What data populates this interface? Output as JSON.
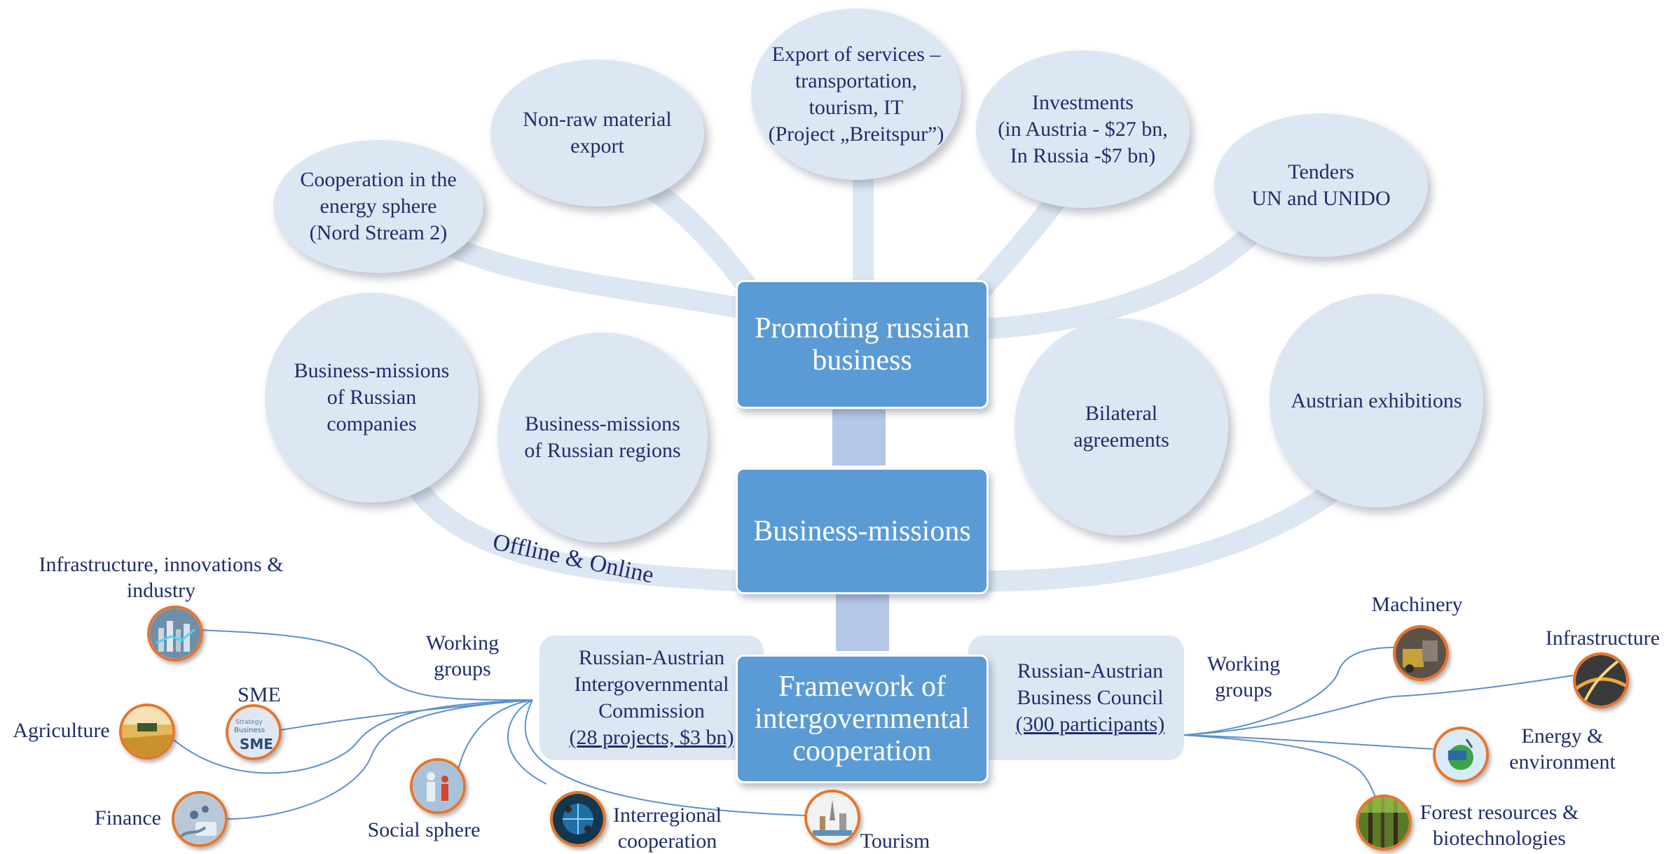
{
  "center_boxes": {
    "promoting": "Promoting russian\nbusiness",
    "missions": "Business-missions",
    "framework": "Framework of\nintergovernmental\ncooperation"
  },
  "top_bubbles": [
    "Cooperation in the\nenergy sphere\n(Nord Stream 2)",
    "Non-raw material\nexport",
    "Export of services –\ntransportation,\ntourism, IT\n(Project „Breitspur”)",
    "Investments\n(in Austria - $27 bn,\nIn Russia -$7 bn)",
    "Tenders\nUN and UNIDO"
  ],
  "mission_bubbles": [
    "Business-missions\nof Russian\ncompanies",
    "Business-missions\nof Russian regions",
    "Bilateral\nagreements",
    "Austrian exhibitions"
  ],
  "offline_label": "Offline & Online",
  "left_panel": {
    "title": "Russian-Austrian\nIntergovernmental\nCommission",
    "link": "(28 projects, $3 bn)"
  },
  "right_panel": {
    "title": "Russian-Austrian\nBusiness Council",
    "link": "(300 participants)"
  },
  "working_groups_left": "Working\ngroups",
  "working_groups_right": "Working\ngroups",
  "left_topics": {
    "infrastructure": "Infrastructure, innovations &\nindustry",
    "sme": "SME",
    "agriculture": "Agriculture",
    "finance": "Finance",
    "social": "Social sphere",
    "interregional": "Interregional\ncooperation",
    "tourism": "Tourism"
  },
  "right_topics": {
    "machinery": "Machinery",
    "infrastructure": "Infrastructure",
    "energy": "Energy &\nenvironment",
    "forest": "Forest resources &\nbiotechnologies"
  },
  "icons": {
    "infrastructure": "city-skyline-icon",
    "sme": "sme-word-cloud-icon",
    "agriculture": "wheat-field-icon",
    "finance": "finance-calculator-icon",
    "social": "people-icon",
    "interregional": "globe-network-icon",
    "tourism": "landmarks-icon",
    "machinery": "machinery-icon",
    "infrastructure_right": "highway-interchange-icon",
    "energy": "green-energy-icon",
    "forest": "forest-icon"
  },
  "colors": {
    "box_fill": "#5b9bd5",
    "bubble_fill": "#dde7f3",
    "branch": "#dde7f3",
    "text": "#1f2d6b",
    "icon_border": "#e8742a",
    "connector": "#b4c7e7"
  }
}
